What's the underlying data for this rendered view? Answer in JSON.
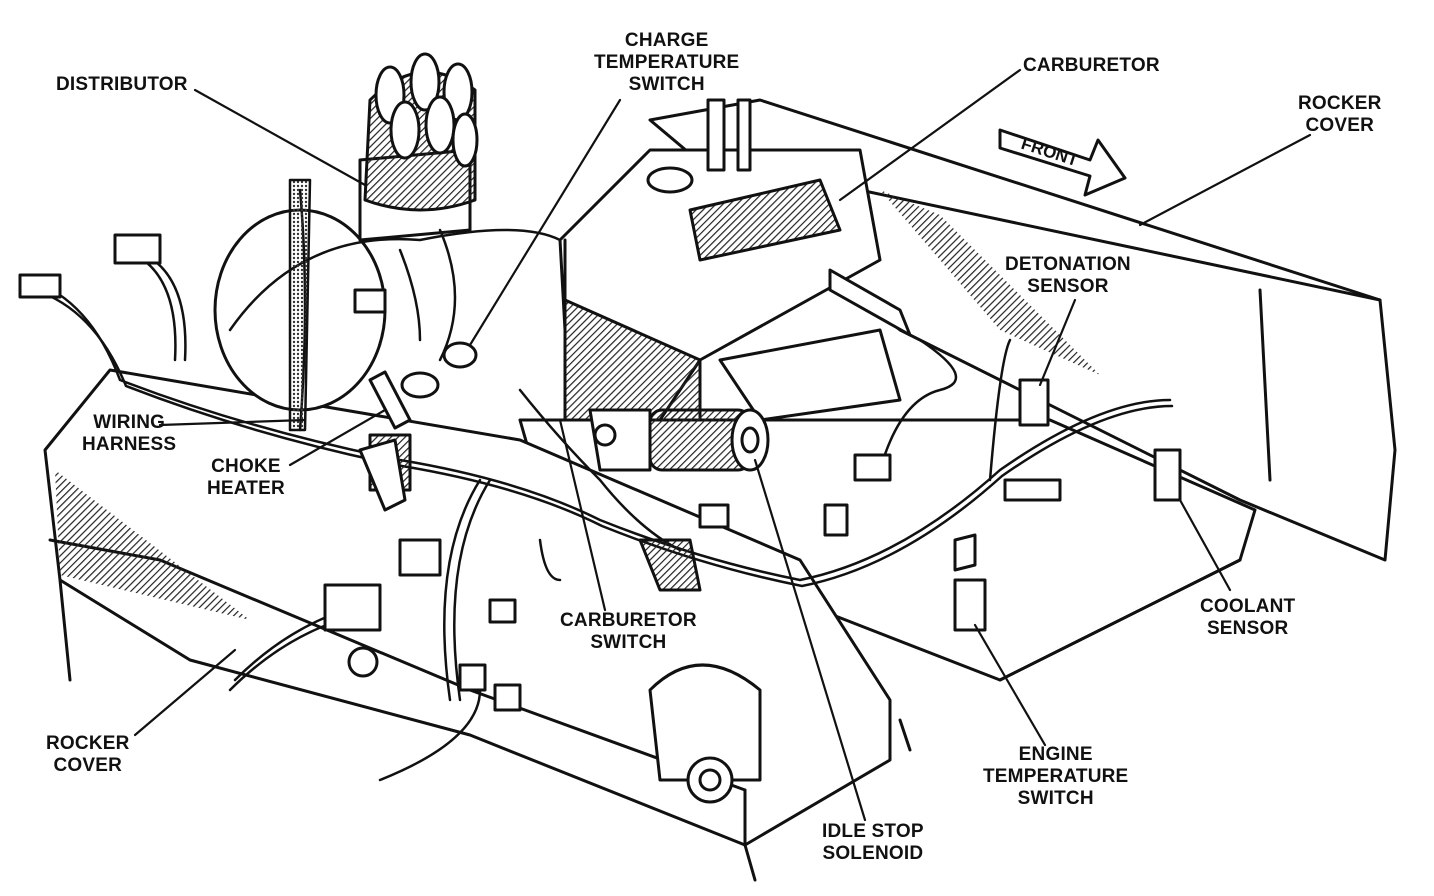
{
  "labels": {
    "distributor": [
      "DISTRIBUTOR"
    ],
    "charge_temperature_switch": [
      "CHARGE",
      "TEMPERATURE",
      "SWITCH"
    ],
    "carburetor": [
      "CARBURETOR"
    ],
    "rocker_cover_right": [
      "ROCKER",
      "COVER"
    ],
    "front": "FRONT",
    "detonation_sensor": [
      "DETONATION",
      "SENSOR"
    ],
    "wiring_harness": [
      "WIRING",
      "HARNESS"
    ],
    "choke_heater": [
      "CHOKE",
      "HEATER"
    ],
    "carburetor_switch": [
      "CARBURETOR",
      "SWITCH"
    ],
    "coolant_sensor": [
      "COOLANT",
      "SENSOR"
    ],
    "rocker_cover_left": [
      "ROCKER",
      "COVER"
    ],
    "engine_temperature_switch": [
      "ENGINE",
      "TEMPERATURE",
      "SWITCH"
    ],
    "idle_stop_solenoid": [
      "IDLE STOP",
      "SOLENOID"
    ]
  }
}
